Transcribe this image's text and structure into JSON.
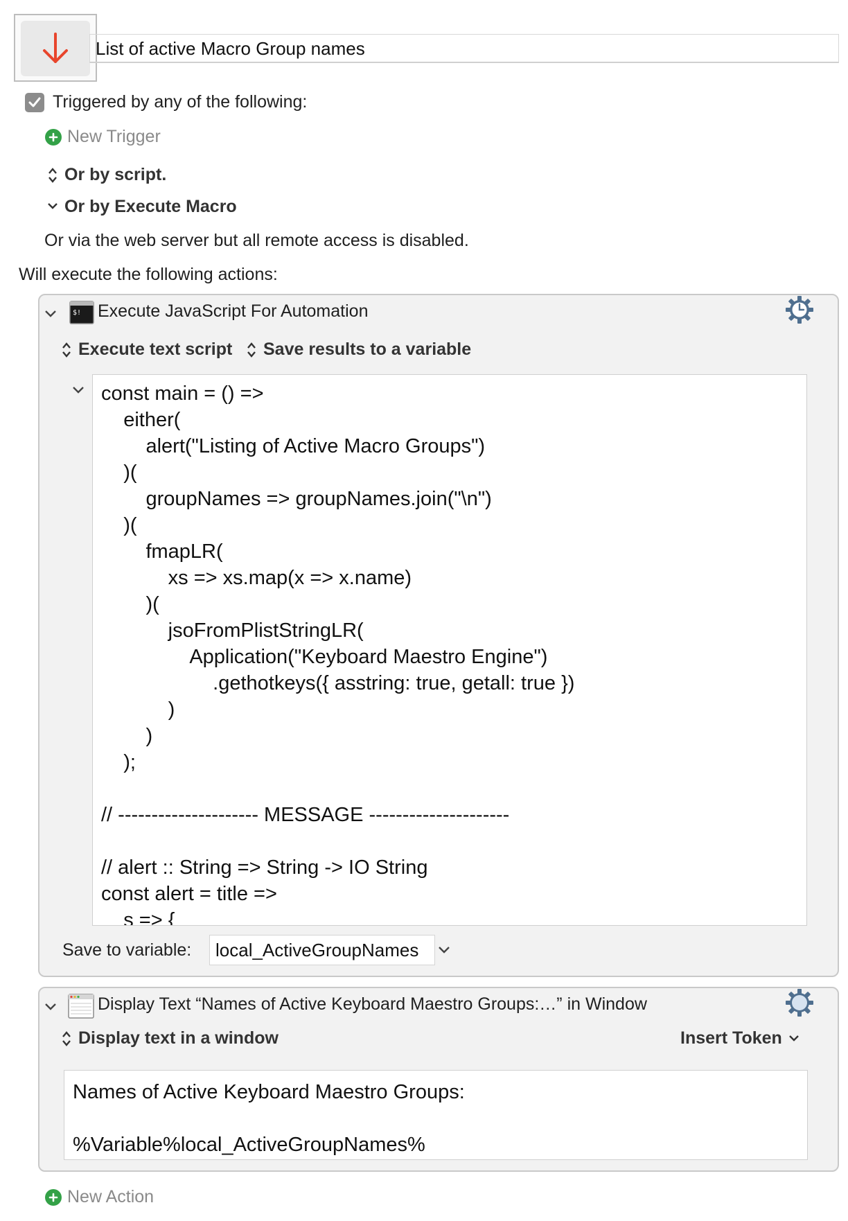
{
  "macro": {
    "name": "List of active Macro Group names",
    "icon": "down-arrow-icon",
    "accent_color": "#e8452c"
  },
  "triggers": {
    "checkbox_checked": true,
    "heading": "Triggered by any of the following:",
    "new_trigger_label": "New Trigger",
    "by_script_label": "Or by script.",
    "by_execute_macro_label": "Or by Execute Macro",
    "web_server_note": "Or via the web server but all remote access is disabled."
  },
  "actions_heading": "Will execute the following actions:",
  "actions": [
    {
      "title": "Execute JavaScript For Automation",
      "icon": "terminal-icon",
      "mode_label": "Execute text script",
      "save_mode_label": "Save results to a variable",
      "script": "const main = () =>\n    either(\n        alert(\"Listing of Active Macro Groups\")\n    )(\n        groupNames => groupNames.join(\"\\n\")\n    )(\n        fmapLR(\n            xs => xs.map(x => x.name)\n        )(\n            jsoFromPlistStringLR(\n                Application(\"Keyboard Maestro Engine\")\n                    .gethotkeys({ asstring: true, getall: true })\n            )\n        )\n    );\n\n// --------------------- MESSAGE ---------------------\n\n// alert :: String => String -> IO String\nconst alert = title =>\n    s => {",
      "save_to_label": "Save to variable:",
      "variable_name": "local_ActiveGroupNames"
    },
    {
      "title": "Display Text “Names of Active Keyboard Maestro Groups:…” in Window",
      "icon": "window-icon",
      "mode_label": "Display text in a window",
      "insert_token_label": "Insert Token",
      "text": "Names of Active Keyboard Maestro Groups:\n\n%Variable%local_ActiveGroupNames%"
    }
  ],
  "new_action_label": "New Action"
}
